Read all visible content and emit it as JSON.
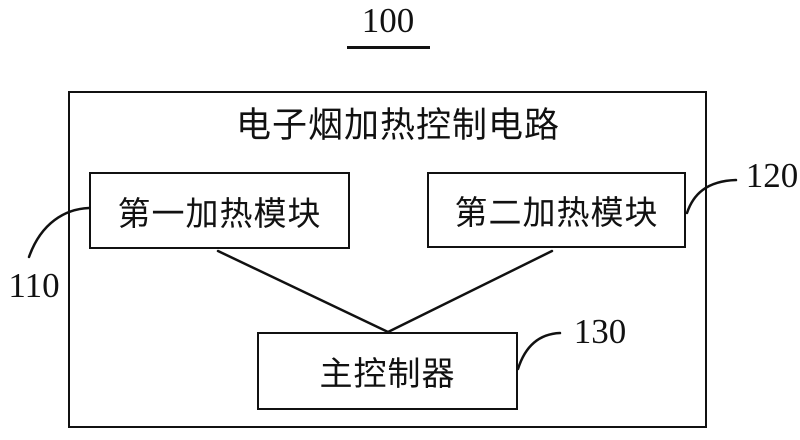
{
  "figure": {
    "number": "100",
    "title": "电子烟加热控制电路",
    "background_color": "#ffffff",
    "line_color": "#111111"
  },
  "blocks": [
    {
      "label": "第一加热模块",
      "ref": "110"
    },
    {
      "label": "第二加热模块",
      "ref": "120"
    },
    {
      "label": "主控制器",
      "ref": "130"
    }
  ],
  "connections": [
    {
      "from": "第一加热模块",
      "to": "主控制器"
    },
    {
      "from": "第二加热模块",
      "to": "主控制器"
    }
  ]
}
